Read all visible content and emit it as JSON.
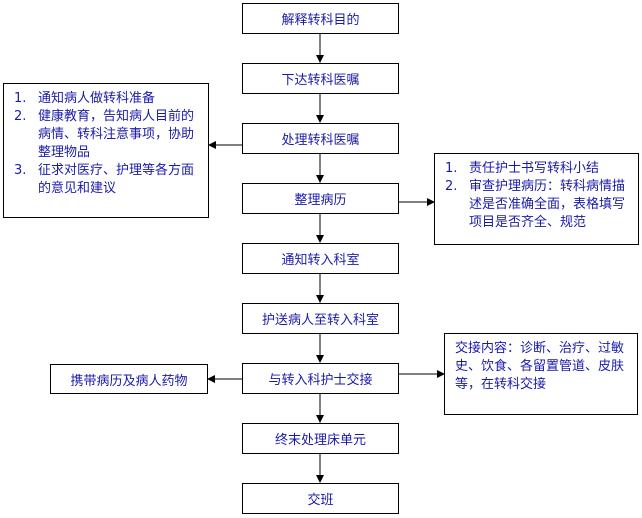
{
  "steps": [
    "解释转科目的",
    "下达转科医嘱",
    "处理转科医嘱",
    "整理病历",
    "通知转入科室",
    "护送病人至转入科室",
    "与转入科护士交接",
    "终末处理床单元",
    "交班"
  ],
  "left_notes": {
    "items": [
      {
        "num": "1.",
        "text": "通知病人做转科准备"
      },
      {
        "num": "2.",
        "text": "健康教育，告知病人目前的病情、转科注意事项，协助整理物品"
      },
      {
        "num": "3.",
        "text": "征求对医疗、护理等各方面的意见和建议"
      }
    ]
  },
  "right_notes": {
    "items": [
      {
        "num": "1.",
        "text": "责任护士书写转科小结"
      },
      {
        "num": "2.",
        "text": "审查护理病历：转科病情描述是否准确全面，表格填写项目是否齐全、规范"
      }
    ]
  },
  "carry_note": "携带病历及病人药物",
  "handover_note": "交接内容：诊断、治疗、过敏史、饮食、各留置管道、皮肤等，在转科交接"
}
